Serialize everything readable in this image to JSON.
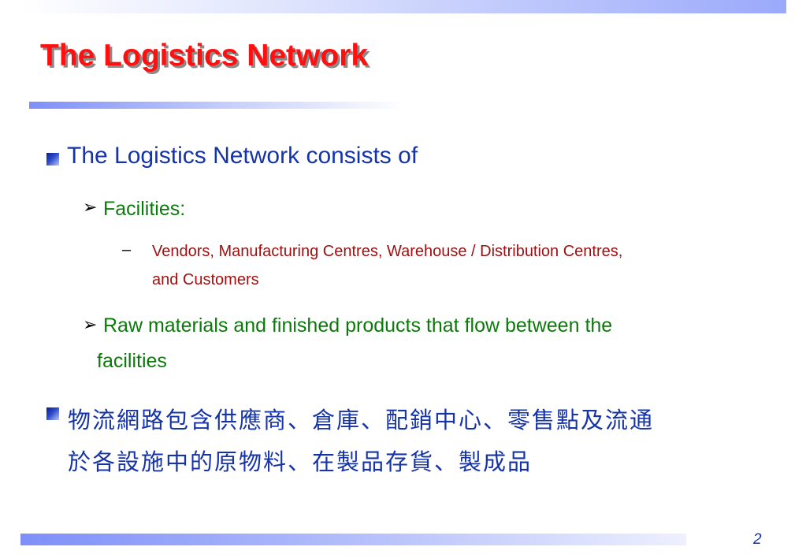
{
  "slide": {
    "title": "The Logistics Network",
    "page_number": "2"
  },
  "content": {
    "bullet1": "The Logistics Network consists of",
    "sub1": "Facilities:",
    "sub1_item_line1": "Vendors, Manufacturing Centres, Warehouse / Distribution Centres,",
    "sub1_item_line2": "and Customers",
    "sub2_line1": "Raw materials and finished products that flow between the",
    "sub2_line2": "facilities",
    "bullet2_line1": "物流網路包含供應商、倉庫、配銷中心、零售點及流通",
    "bullet2_line2": "於各設施中的原物料、在製品存貨、製成品"
  },
  "colors": {
    "title": "#ff1010",
    "level1": "#1634a8",
    "level2": "#0b7a0b",
    "level3": "#a01010",
    "accent_bar": "#7e8ff8"
  },
  "icons": {
    "bullet": "square-gradient-bullet-icon",
    "sub_bullet": "arrowhead-bullet-icon",
    "dash": "dash-bullet-icon"
  }
}
